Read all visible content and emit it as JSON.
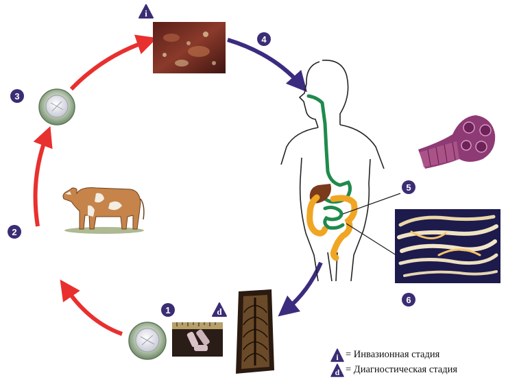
{
  "stage_markers": {
    "step1": "1",
    "step2": "2",
    "step3": "3",
    "step4": "4",
    "step5": "5",
    "step6": "6",
    "infective": "i",
    "diagnostic": "d"
  },
  "legend": {
    "infective_letter": "i",
    "infective_text": "= Инвазионная стадия",
    "diagnostic_letter": "d",
    "diagnostic_text": "= Диагностическая стадия"
  },
  "colors": {
    "marker_fill": "#3a2d74",
    "env_arrow": "#e8302e",
    "human_arrow": "#3b2c7f",
    "digestive_green": "#1f8a4c",
    "digestive_orange": "#f0a623",
    "liver_brown": "#7a3a1c"
  },
  "icons": {
    "egg": "taenia-egg-image",
    "cow": "cow-illustration",
    "cysticercus": "cysticercus-in-tissue-photo",
    "scolex": "scolex-photo",
    "adult_worm": "adult-tapeworm-photo",
    "proglottids": "gravid-proglottids-photo",
    "proglottid": "single-proglottid-photo",
    "human": "human-digestive-tract-outline"
  }
}
